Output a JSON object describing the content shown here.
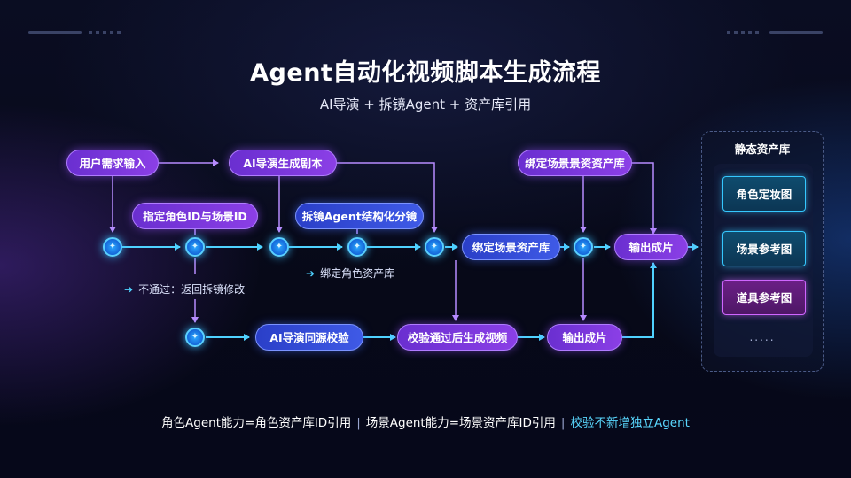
{
  "title": "Agent自动化视频脚本生成流程",
  "subtitle": "AI导演 + 拆镜Agent + 资产库引用",
  "nodes": {
    "user_input": "用户需求输入",
    "ai_director_script": "AI导演生成剧本",
    "assign_ids": "指定角色ID与场景ID",
    "storyboard_agent": "拆镜Agent结构化分镜",
    "bind_scene_assets": "绑定场景资产库",
    "bind_scene_assets_top": "绑定场景景资资产库",
    "output_top": "输出成片",
    "ai_director_verify": "AI导演同源校验",
    "verify_generate": "校验通过后生成视频",
    "output_bottom": "输出成片"
  },
  "notes": {
    "reject": "不通过：返回拆镜修改",
    "bind_role": "绑定角色资产库"
  },
  "asset_panel": {
    "title": "静态资产库",
    "items": [
      "角色定妆图",
      "场景参考图",
      "道具参考图"
    ],
    "more": "....."
  },
  "footer": {
    "part1": "角色Agent能力=角色资产库ID引用",
    "sep1": "|",
    "part2": "场景Agent能力=场景资产库ID引用",
    "sep2": "|",
    "part3": "校验不新增独立Agent"
  },
  "colors": {
    "purple_node": "#7a36dc",
    "blue_node": "#3550dc",
    "junction": "#2aa8ff",
    "flow_line": "#4fd2ff",
    "branch_line": "#b78cff",
    "highlight_text": "#5ad8ff"
  }
}
